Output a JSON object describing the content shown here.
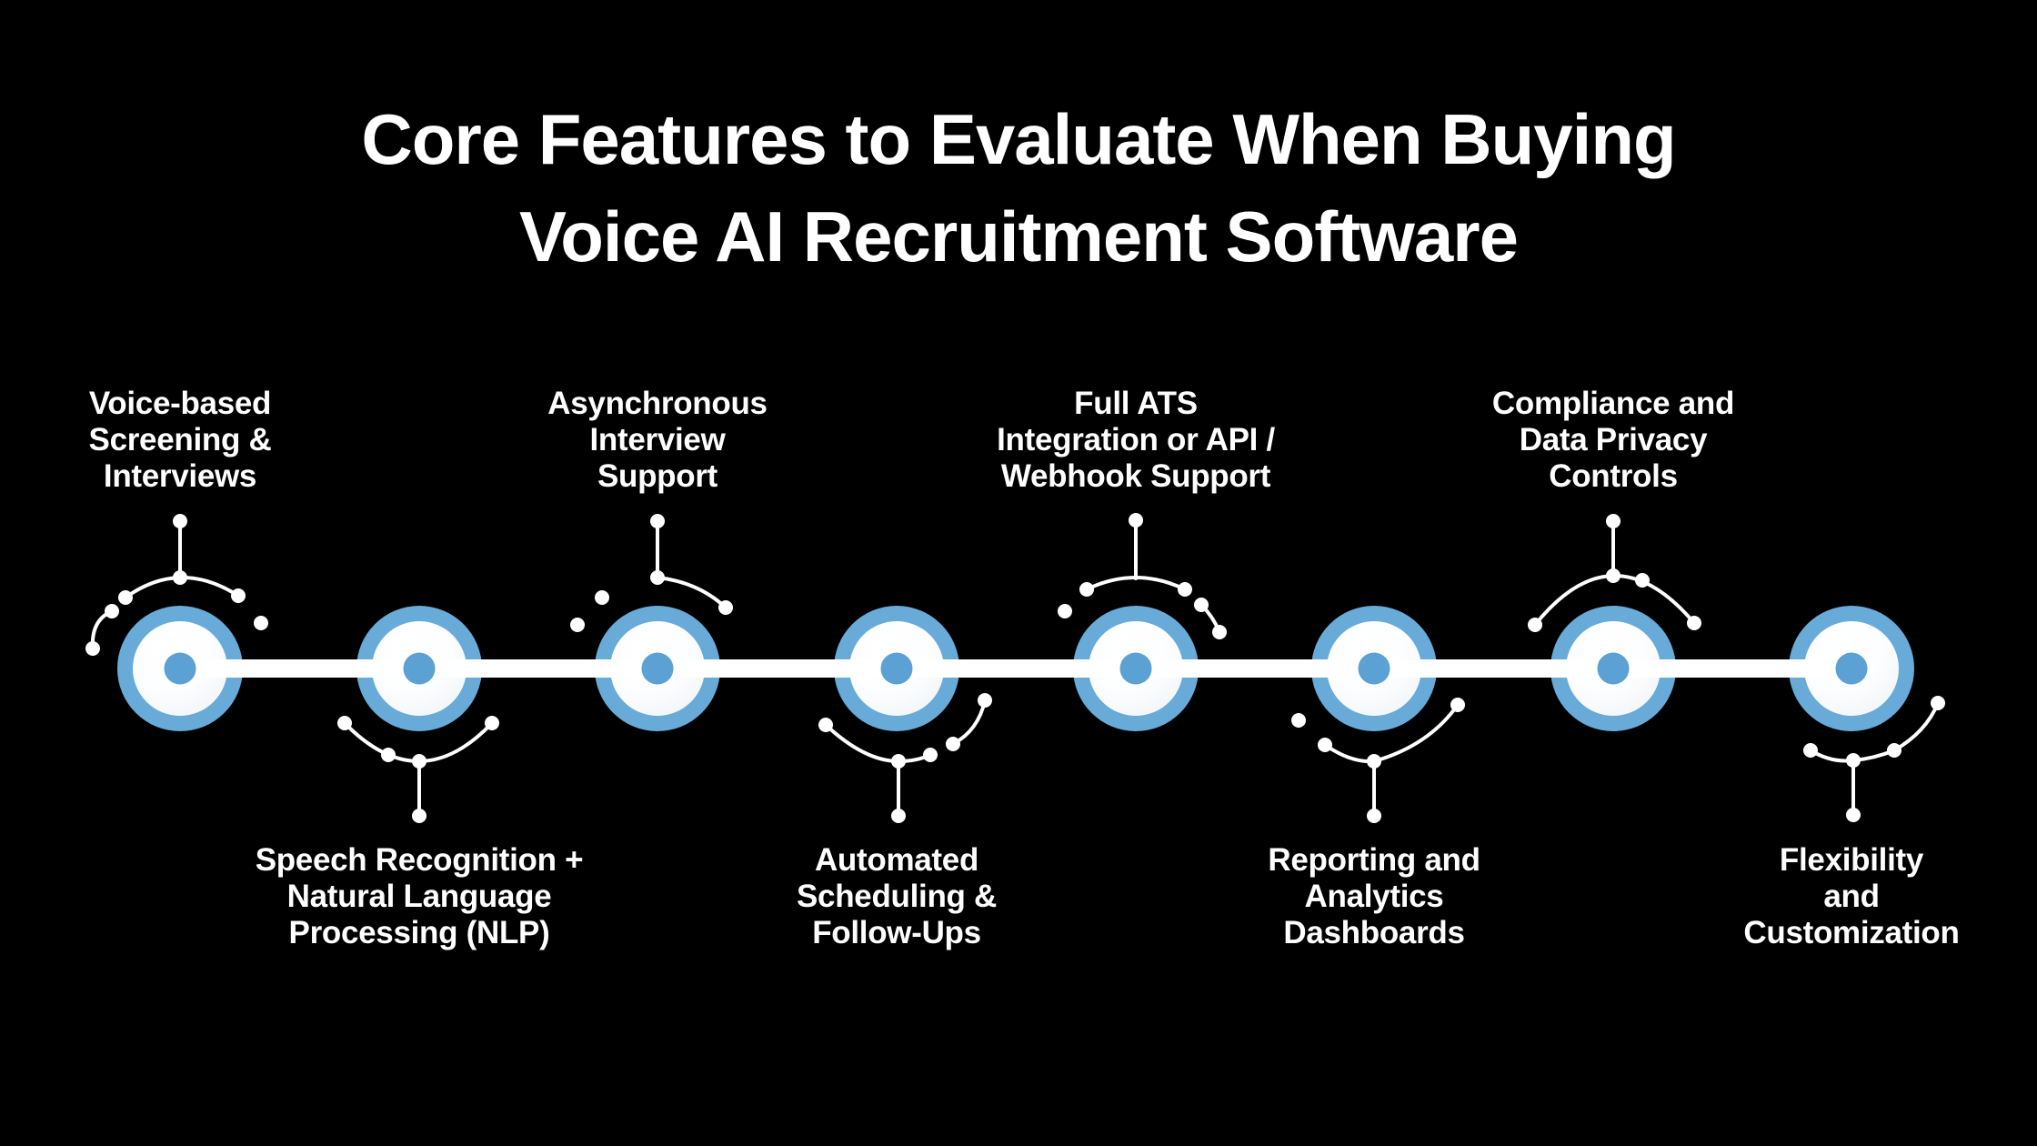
{
  "title": {
    "line1": "Core Features to Evaluate When Buying",
    "line2": "Voice AI Recruitment Software"
  },
  "nodes": [
    {
      "id": 1,
      "side": "top",
      "label": "Voice-based Screening & Interviews",
      "lines": [
        "Voice-based",
        "Screening &",
        "Interviews"
      ]
    },
    {
      "id": 2,
      "side": "bottom",
      "label": "Speech Recognition + Natural Language Processing (NLP)",
      "lines": [
        "Speech Recognition +",
        "Natural Language",
        "Processing (NLP)"
      ]
    },
    {
      "id": 3,
      "side": "top",
      "label": "Asynchronous Interview Support",
      "lines": [
        "Asynchronous",
        "Interview",
        "Support"
      ]
    },
    {
      "id": 4,
      "side": "bottom",
      "label": "Automated Scheduling & Follow-Ups",
      "lines": [
        "Automated",
        "Scheduling &",
        "Follow-Ups"
      ]
    },
    {
      "id": 5,
      "side": "top",
      "label": "Full ATS Integration or API / Webhook Support",
      "lines": [
        "Full ATS",
        "Integration or API /",
        "Webhook Support"
      ]
    },
    {
      "id": 6,
      "side": "bottom",
      "label": "Reporting and Analytics Dashboards",
      "lines": [
        "Reporting and",
        "Analytics",
        "Dashboards"
      ]
    },
    {
      "id": 7,
      "side": "top",
      "label": "Compliance and Data Privacy Controls",
      "lines": [
        "Compliance and",
        "Data Privacy",
        "Controls"
      ]
    },
    {
      "id": 8,
      "side": "bottom",
      "label": "Flexibility and Customization",
      "lines": [
        "Flexibility",
        "and",
        "Customization"
      ]
    }
  ],
  "colors": {
    "background": "#000000",
    "ring": "#68abd9",
    "dot": "#5ba1d3",
    "line": "#ffffff",
    "text": "#ffffff"
  }
}
